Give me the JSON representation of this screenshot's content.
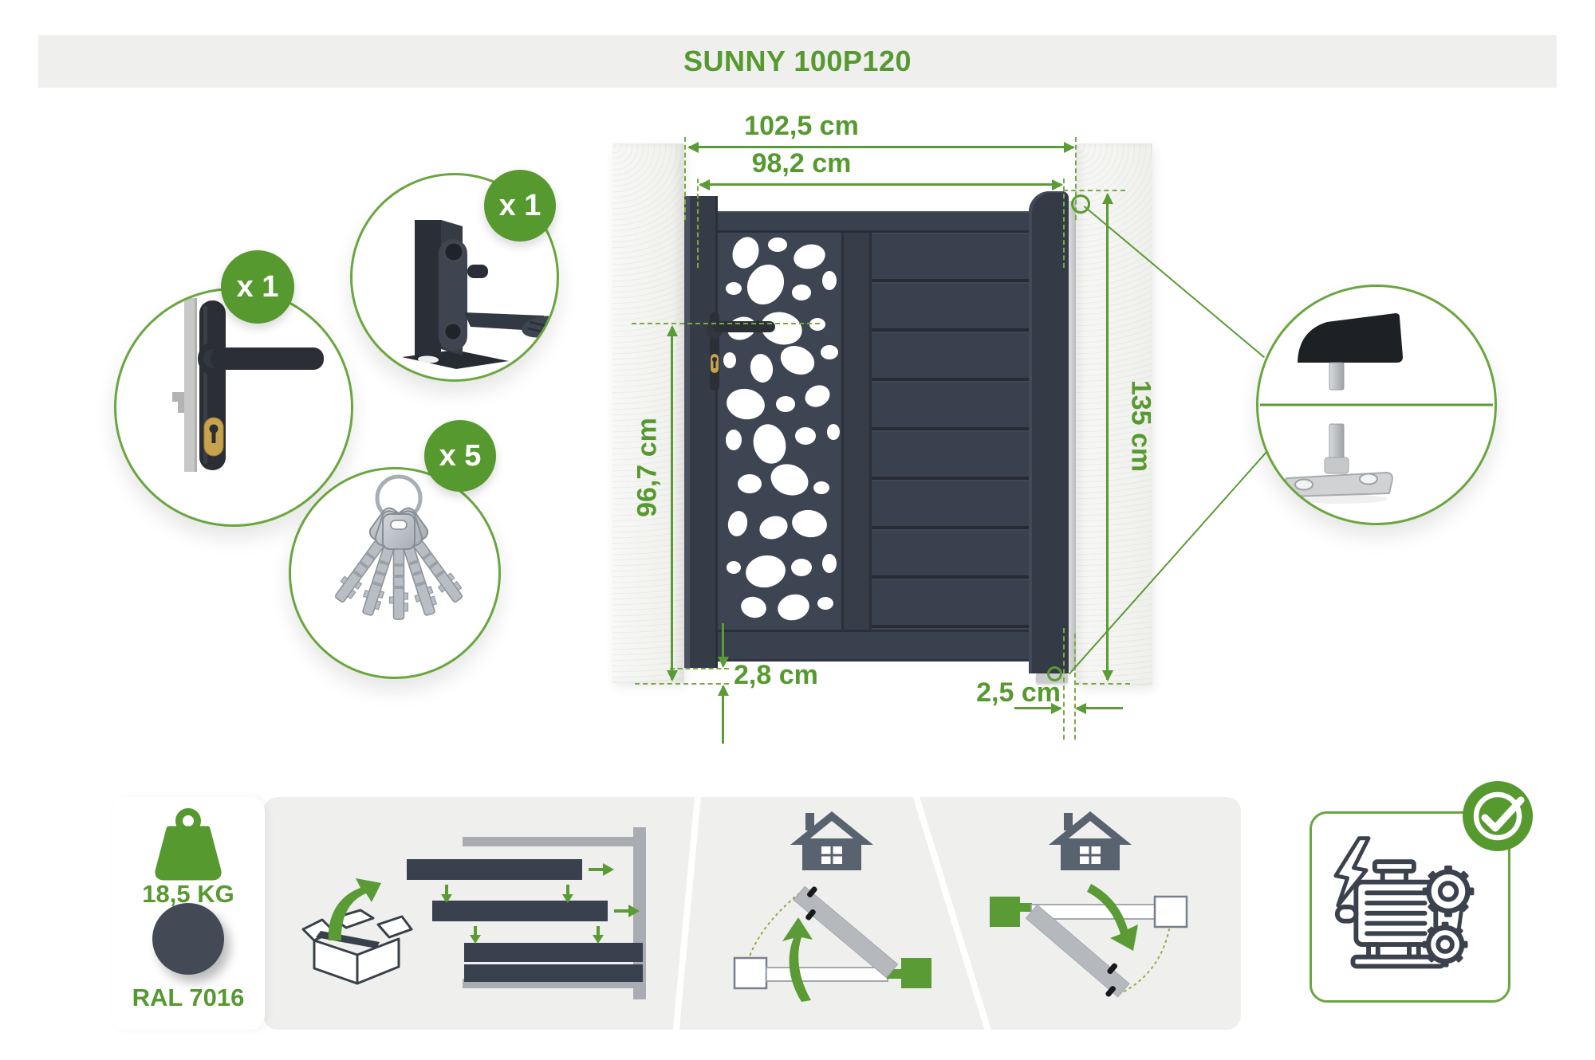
{
  "title": "SUNNY 100P120",
  "colors": {
    "accent_green": "#56992f",
    "dimension_green": "#5a9b35",
    "gate_anthracite": "#3a414e",
    "ral_7016_swatch": "#434955"
  },
  "gate_diagram": {
    "dim_total_width": "102,5 cm",
    "dim_leaf_width": "98,2 cm",
    "dim_handle_height": "96,7 cm",
    "dim_post_height": "135 cm",
    "dim_ground_clearance": "2,8 cm",
    "dim_side_gap": "2,5 cm"
  },
  "included_hardware": {
    "handle_qty": "x 1",
    "latch_qty": "x 1",
    "keys_qty": "x 5"
  },
  "specs": {
    "weight": "18,5 KG",
    "color_code": "RAL 7016"
  }
}
